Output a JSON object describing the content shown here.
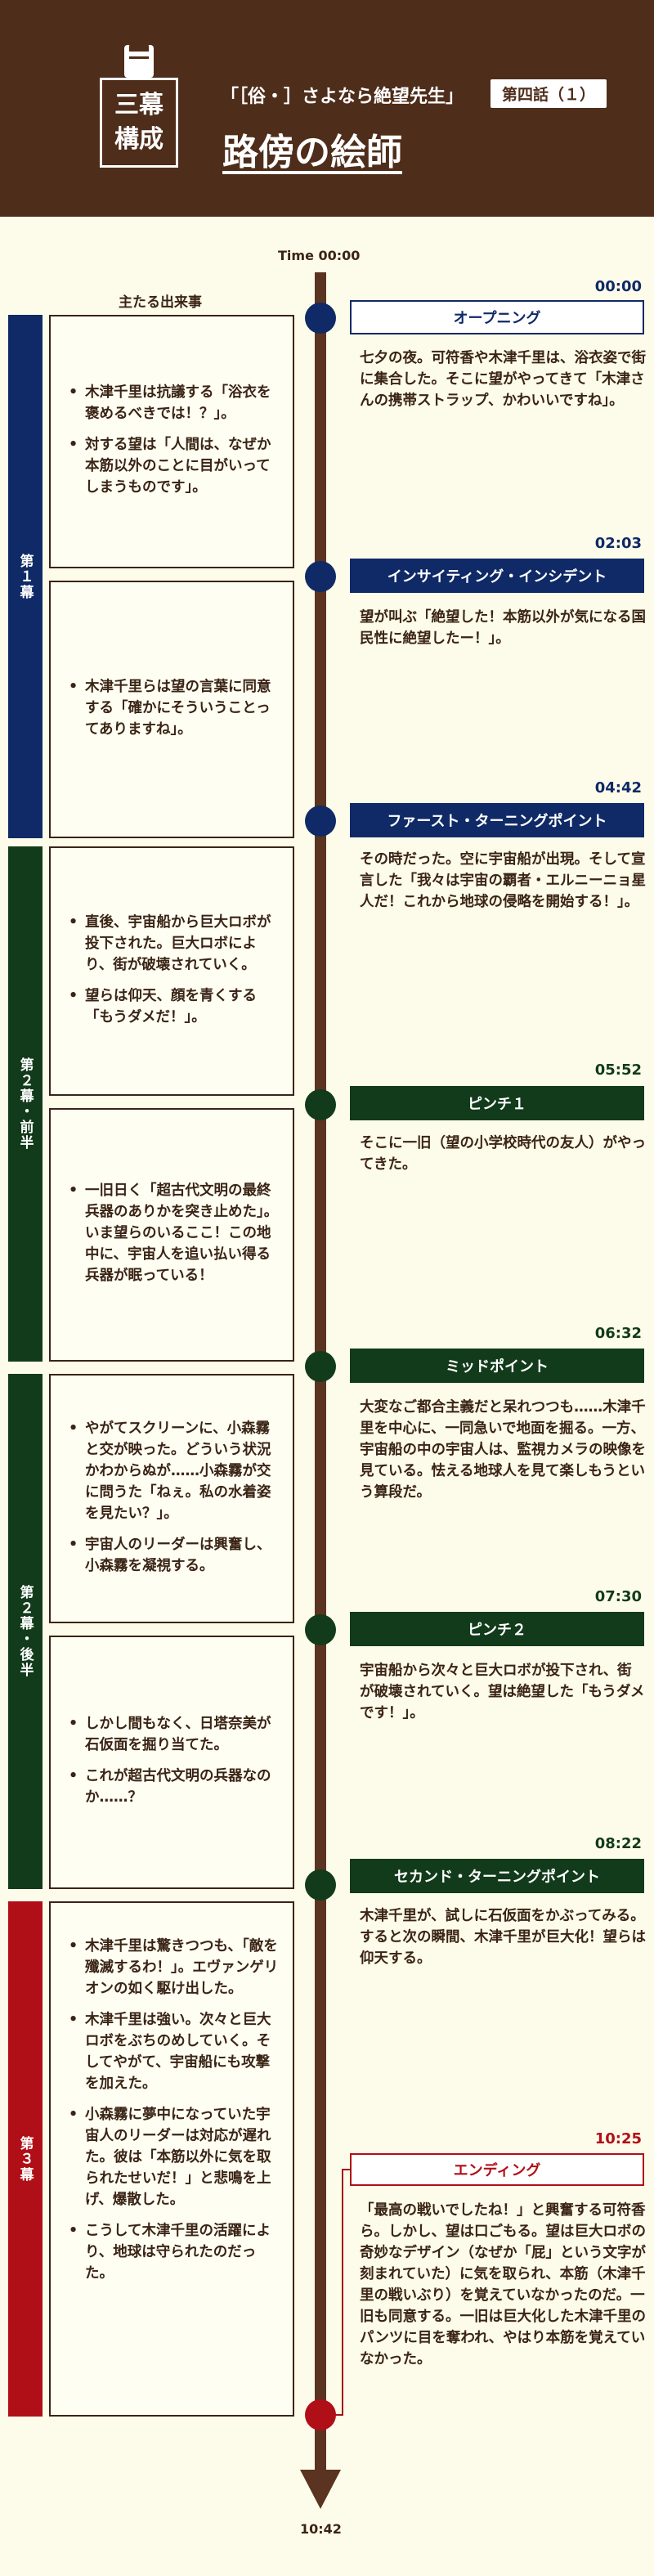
{
  "header": {
    "logo_line1": "三幕",
    "logo_line2": "構成",
    "title": "「［俗・］さよなら絶望先生」",
    "episode": "第四話（１）",
    "subtitle": "路傍の絵師"
  },
  "timeline": {
    "start_label": "Time 00:00",
    "end_label": "10:42",
    "events_header": "主たる出来事"
  },
  "colors": {
    "act1": "#0f2a66",
    "act2": "#123b1c",
    "act3": "#b00f18",
    "brown": "#4e2d1a"
  },
  "acts": [
    {
      "label": "第１幕"
    },
    {
      "label": "第２幕・前半"
    },
    {
      "label": "第２幕・後半"
    },
    {
      "label": "第３幕"
    }
  ],
  "events": [
    {
      "items": [
        "木津千里は抗議する「浴衣を褒めるべきでは！？」。",
        "対する望は「人間は、なぜか本筋以外のことに目がいってしまうものです」。"
      ]
    },
    {
      "items": [
        "木津千里らは望の言葉に同意する「確かにそういうことってありますね」。"
      ]
    },
    {
      "items": [
        "直後、宇宙船から巨大ロボが投下された。巨大ロボにより、街が破壊されていく。",
        "望らは仰天、顔を青くする「もうダメだ！」。"
      ]
    },
    {
      "items": [
        "一旧日く「超古代文明の最終兵器のありかを突き止めた」。いま望らのいるここ！この地中に、宇宙人を追い払い得る兵器が眠っている！"
      ]
    },
    {
      "items": [
        "やがてスクリーンに、小森霧と交が映った。どういう状況かわからぬが……小森霧が交に問うた「ねぇ。私の水着姿を見たい？」。",
        "宇宙人のリーダーは興奮し、小森霧を凝視する。"
      ]
    },
    {
      "items": [
        "しかし間もなく、日塔奈美が石仮面を掘り当てた。",
        "これが超古代文明の兵器なのか……？"
      ]
    },
    {
      "items": [
        "木津千里は驚きつつも、「敵を殲滅するわ！」。エヴァンゲリオンの如く駆け出した。",
        "木津千里は強い。次々と巨大ロボをぶちのめしていく。そしてやがて、宇宙船にも攻撃を加えた。",
        "小森霧に夢中になっていた宇宙人のリーダーは対応が遅れた。彼は「本筋以外に気を取られたせいだ！」と悲鳴を上げ、爆散した。",
        "こうして木津千里の活躍により、地球は守られたのだった。"
      ]
    }
  ],
  "beats": [
    {
      "time": "00:00",
      "label": "オープニング",
      "desc": "七夕の夜。可符香や木津千里は、浴衣姿で街に集合した。そこに望がやってきて「木津さんの携帯ストラップ、かわいいですね」。"
    },
    {
      "time": "02:03",
      "label": "インサイティング・インシデント",
      "desc": "望が叫ぶ「絶望した！本筋以外が気になる国民性に絶望したー！」。"
    },
    {
      "time": "04:42",
      "label": "ファースト・ターニングポイント",
      "desc": "その時だった。空に宇宙船が出現。そして宣言した「我々は宇宙の覇者・エルニーニョ星人だ！これから地球の侵略を開始する！」。"
    },
    {
      "time": "05:52",
      "label": "ピンチ１",
      "desc": "そこに一旧（望の小学校時代の友人）がやってきた。"
    },
    {
      "time": "06:32",
      "label": "ミッドポイント",
      "desc": "大変なご都合主義だと呆れつつも……木津千里を中心に、一同急いで地面を掘る。一方、宇宙船の中の宇宙人は、監視カメラの映像を見ている。怯える地球人を見て楽しもうという算段だ。"
    },
    {
      "time": "07:30",
      "label": "ピンチ２",
      "desc": "宇宙船から次々と巨大ロボが投下され、街が破壊されていく。望は絶望した「もうダメです！」。"
    },
    {
      "time": "08:22",
      "label": "セカンド・ターニングポイント",
      "desc": "木津千里が、試しに石仮面をかぶってみる。すると次の瞬間、木津千里が巨大化！望らは仰天する。"
    },
    {
      "time": "10:25",
      "label": "エンディング",
      "desc": "「最高の戦いでしたね！」と興奮する可符香ら。しかし、望は口ごもる。望は巨大ロボの奇妙なデザイン（なぜか「屁」という文字が刻まれていた）に気を取られ、本筋（木津千里の戦いぶり）を覚えていなかったのだ。一旧も同意する。一旧は巨大化した木津千里のパンツに目を奪われ、やはり本筋を覚えていなかった。"
    }
  ]
}
